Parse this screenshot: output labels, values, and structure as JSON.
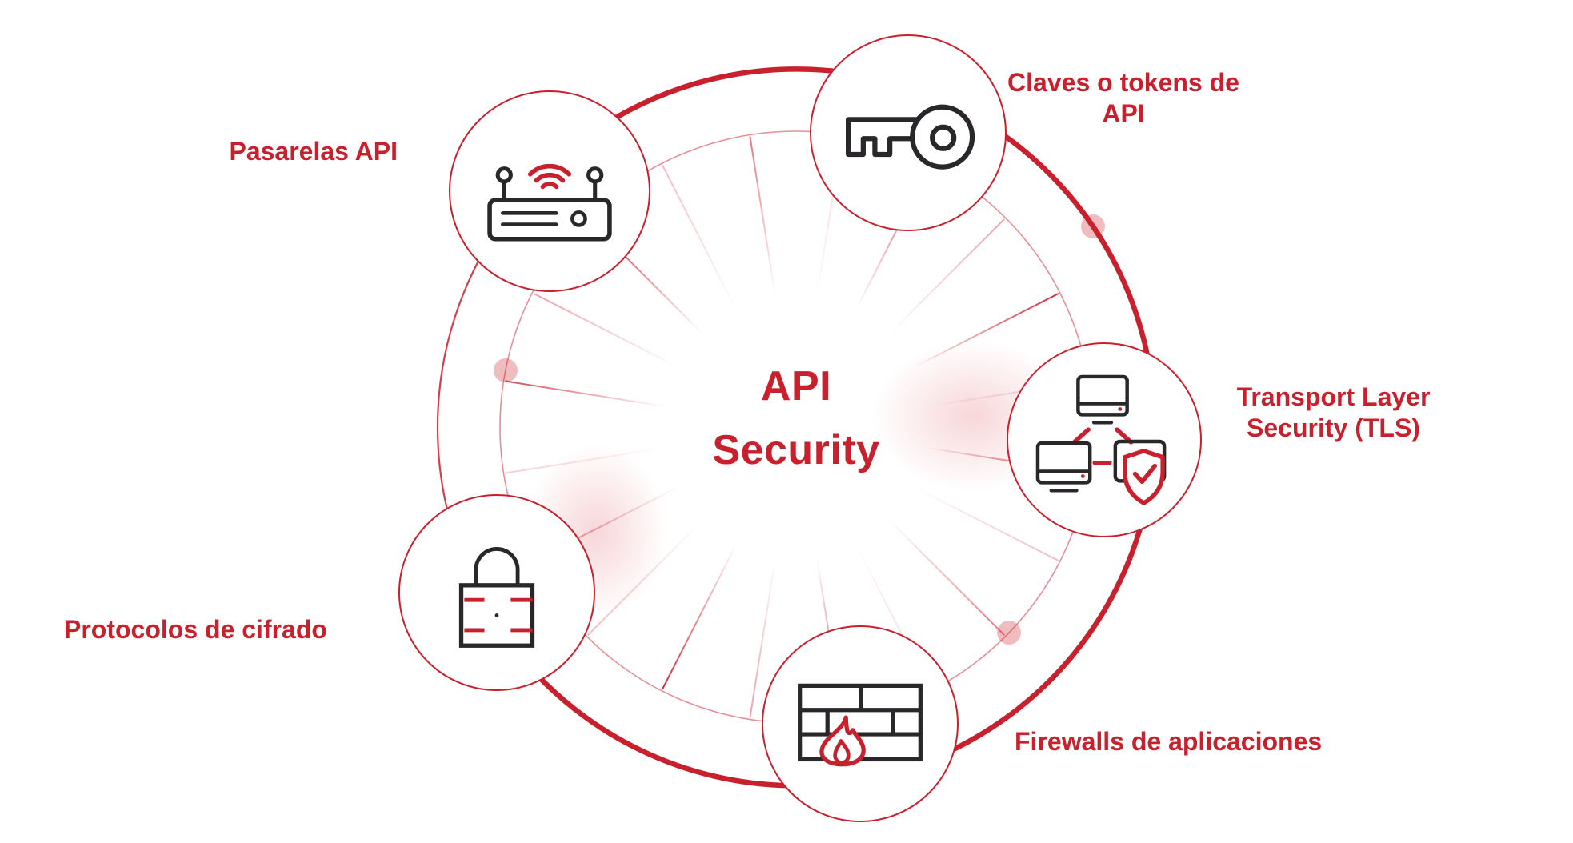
{
  "diagram": {
    "center_title": {
      "line1": "API",
      "line2": "Security"
    },
    "nodes": [
      {
        "label": "Pasarelas API",
        "icon": "wifi-router-icon"
      },
      {
        "label": "Claves o tokens de API",
        "icon": "key-icon"
      },
      {
        "label": "Transport Layer Security (TLS)",
        "icon": "devices-shield-icon"
      },
      {
        "label": "Firewalls de aplicaciones",
        "icon": "firewall-flame-icon"
      },
      {
        "label": "Protocolos de cifrado",
        "icon": "padlock-icon"
      }
    ],
    "colors": {
      "red": "#c9202e",
      "icon_dark": "#2a272b",
      "accent_dot": "rgba(201,32,46,0.3)"
    }
  }
}
